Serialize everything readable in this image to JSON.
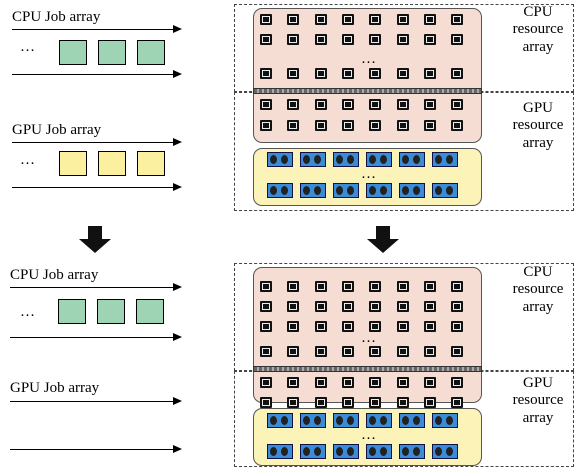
{
  "top": {
    "cpu_job_label": "CPU Job array",
    "gpu_job_label": "GPU Job array",
    "cpu_resource_label": "CPU\nresource\narray",
    "gpu_resource_label": "GPU\nresource\narray",
    "ellipsis": "…",
    "cpu_jobs": 3,
    "gpu_jobs": 3
  },
  "bottom": {
    "cpu_job_label": "CPU Job array",
    "gpu_job_label": "GPU Job array",
    "cpu_resource_label": "CPU\nresource\narray",
    "gpu_resource_label": "GPU\nresource\narray",
    "ellipsis": "…",
    "cpu_jobs": 3,
    "gpu_jobs": 0
  },
  "colors": {
    "cpu_job": "#9ed4b3",
    "gpu_job": "#fbefa0",
    "cpu_panel": "#f6ddd3",
    "gpu_panel": "#fbf3b8"
  },
  "icons": [
    "cpu-chip-icon",
    "gpu-card-icon",
    "down-arrow-icon"
  ]
}
